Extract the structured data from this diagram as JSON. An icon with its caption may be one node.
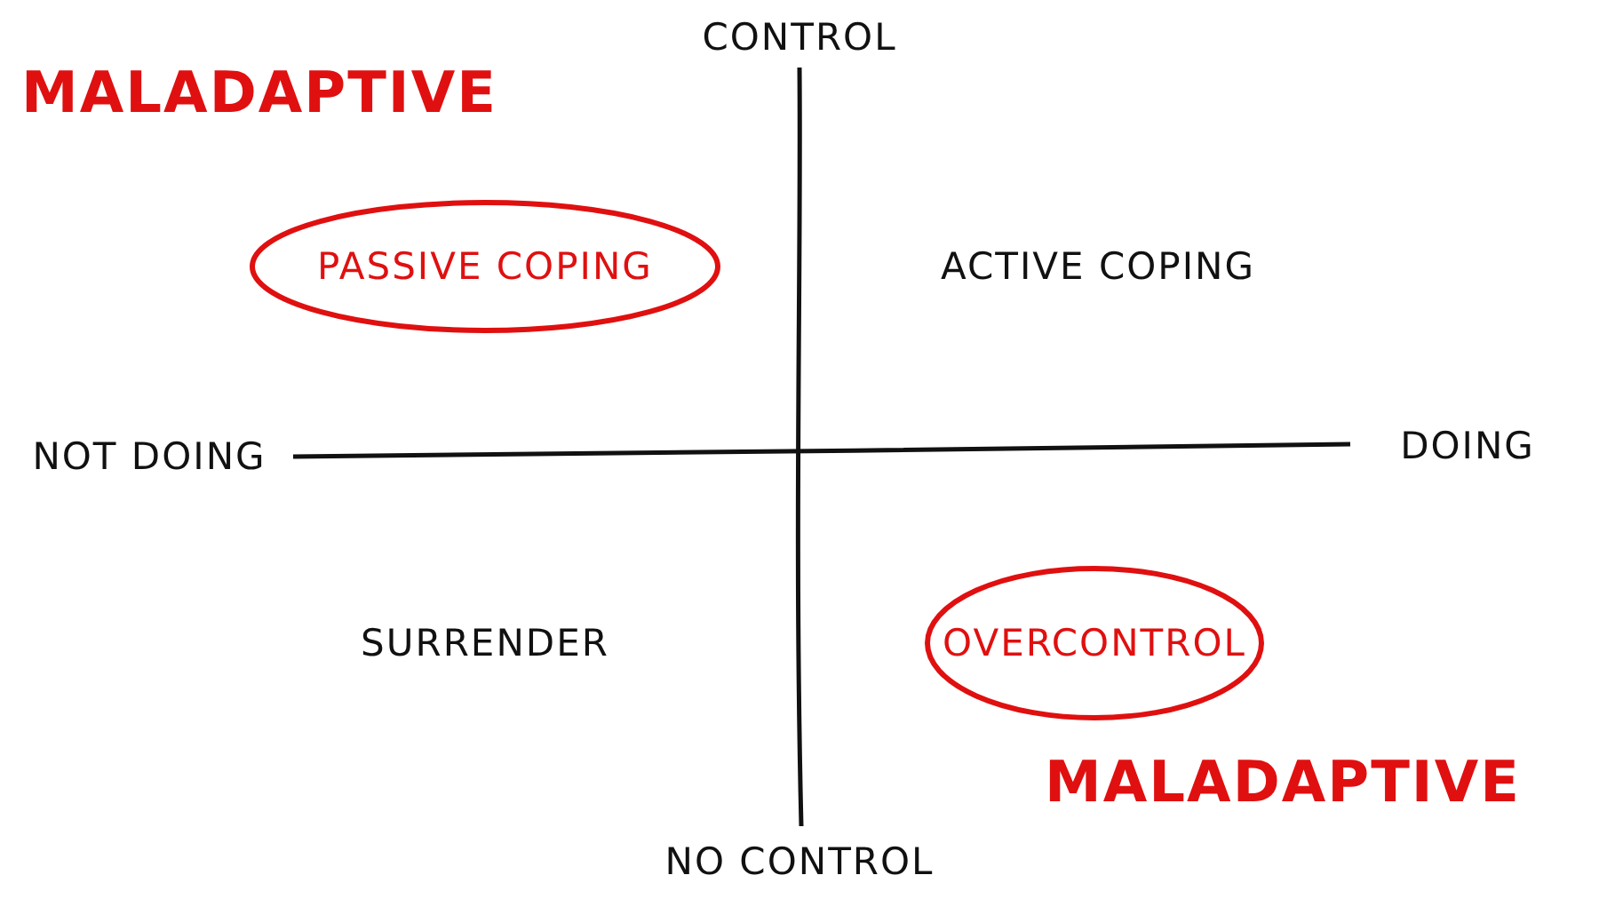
{
  "diagram": {
    "nodes": [
      {
        "text": [
          "PASSIVE COPING"
        ]
      },
      {
        "text": [
          "OVERCONTROL"
        ]
      }
    ],
    "labels": [
      "MALADAPTIVE",
      "CONTROL",
      "ACTIVE COPING",
      "NOT DOING",
      "DOING",
      "SURRENDER",
      "NO CONTROL",
      "MALADAPTIVE"
    ]
  }
}
